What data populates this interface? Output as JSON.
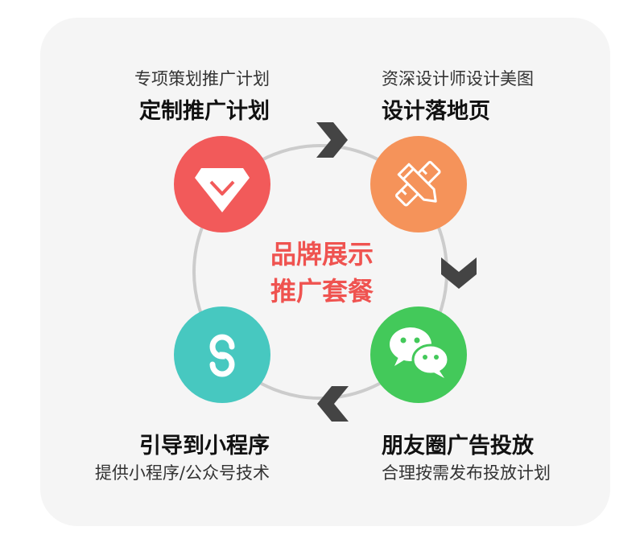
{
  "steps": {
    "top_left": {
      "subtitle": "专项策划推广计划",
      "title": "定制推广计划",
      "icon": "diamond-chevron-icon",
      "color": "#f25a5a"
    },
    "top_right": {
      "subtitle": "资深设计师设计美图",
      "title": "设计落地页",
      "icon": "pencil-ruler-icon",
      "color": "#f5935a"
    },
    "bottom_right": {
      "title": "朋友圈广告投放",
      "subtitle": "合理按需发布投放计划",
      "icon": "wechat-icon",
      "color": "#43c95a"
    },
    "bottom_left": {
      "title": "引导到小程序",
      "subtitle": "提供小程序/公众号技术",
      "icon": "mini-program-icon",
      "color": "#47c8c0"
    }
  },
  "center": {
    "line1": "品牌展示",
    "line2": "推广套餐",
    "color": "#ef5350"
  },
  "colors": {
    "ring": "#cccccc",
    "arrow": "#444444",
    "background": "#f5f5f5"
  }
}
